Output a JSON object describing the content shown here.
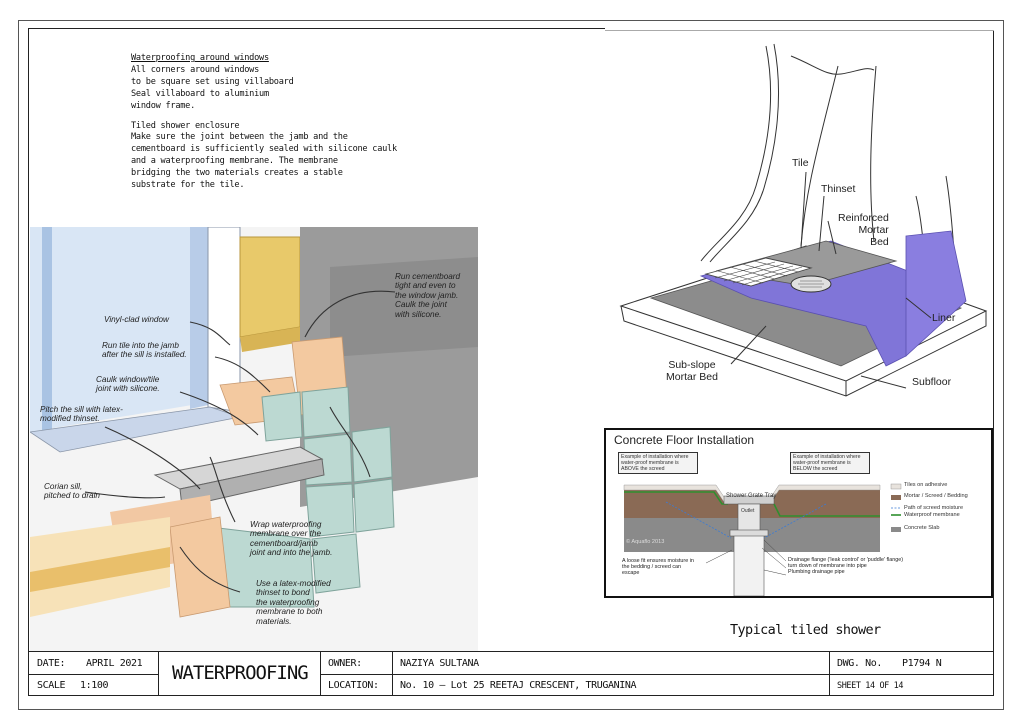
{
  "notes": {
    "windows_heading": "Waterproofing around windows",
    "windows_lines": [
      "All corners around windows",
      "to be square set using villaboard",
      "Seal villaboard to aluminium",
      "window frame."
    ],
    "shower_heading": "Tiled shower enclosure",
    "shower_lines": [
      "Make sure the joint between the jamb and the",
      "cementboard is sufficiently sealed with silicone caulk",
      "and a waterproofing membrane. The membrane",
      "bridging the two materials creates a stable",
      "substrate for the tile."
    ]
  },
  "window_detail": {
    "callouts": {
      "run_cementboard": [
        "Run cementboard",
        "tight and even to",
        "the window jamb.",
        "Caulk the joint",
        "with silicone."
      ],
      "vinyl_window": [
        "Vinyl-clad window"
      ],
      "run_tile": [
        "Run tile into the jamb",
        "after the sill is installed."
      ],
      "caulk_joint": [
        "Caulk window/tile",
        "joint with silicone."
      ],
      "pitch_sill": [
        "Pitch the sill with latex-",
        "modified thinset."
      ],
      "corian_sill": [
        "Corian sill,",
        "pitched to drain"
      ],
      "wrap_membrane": [
        "Wrap waterproofing",
        "membrane over the",
        "cementboard/jamb",
        "joint and into the jamb."
      ],
      "latex_thinset": [
        "Use a latex-modified",
        "thinset to bond",
        "the waterproofing",
        "membrane to both",
        "materials."
      ]
    }
  },
  "shower_detail": {
    "labels": {
      "tile": "Tile",
      "thinset": "Thinset",
      "reinforced": [
        "Reinforced",
        "Mortar",
        "Bed"
      ],
      "liner": "Liner",
      "subslope": [
        "Sub-slope",
        "Mortar Bed"
      ],
      "subfloor": "Subfloor"
    },
    "caption": "Typical tiled shower"
  },
  "concrete_detail": {
    "title": "Concrete Floor Installation",
    "box_left": "Example of installation where water-proof membrane is ABOVE the screed",
    "box_right": "Example of installation where water-proof membrane is BELOW the screed",
    "grate_label": "Shower Grate Tray",
    "outlet_label": "Outlet",
    "watermark": "© Aquaflo 2013",
    "legend": [
      "Tiles on adhesive",
      "Mortar / Screed / Bedding",
      "Path of screed moisture",
      "Waterproof membrane",
      "Concrete Slab"
    ],
    "note_left": [
      "A loose fit ensures moisture in",
      "the bedding / screed can",
      "escape"
    ],
    "note_right": [
      "Drainage flange ('leak control' or 'puddle' flange)",
      "turn down of membrane into pipe",
      "Plumbing drainage pipe"
    ],
    "colors": {
      "tile": "#e8e3dd",
      "screed": "#8a6a55",
      "membrane": "#2f8f2f",
      "slab": "#8a8a8a"
    }
  },
  "titleblock": {
    "date_label": "DATE:",
    "date_value": "APRIL 2021",
    "scale_label": "SCALE",
    "scale_value": "1:100",
    "title": "WATERPROOFING",
    "owner_label": "OWNER:",
    "owner_value": "NAZIYA SULTANA",
    "location_label": "LOCATION:",
    "location_value": "No. 10 – Lot 25 REETAJ CRESCENT, TRUGANINA",
    "dwg_label": "DWG. No.",
    "dwg_value": "P1794 N",
    "sheet": "SHEET 14 OF 14"
  }
}
